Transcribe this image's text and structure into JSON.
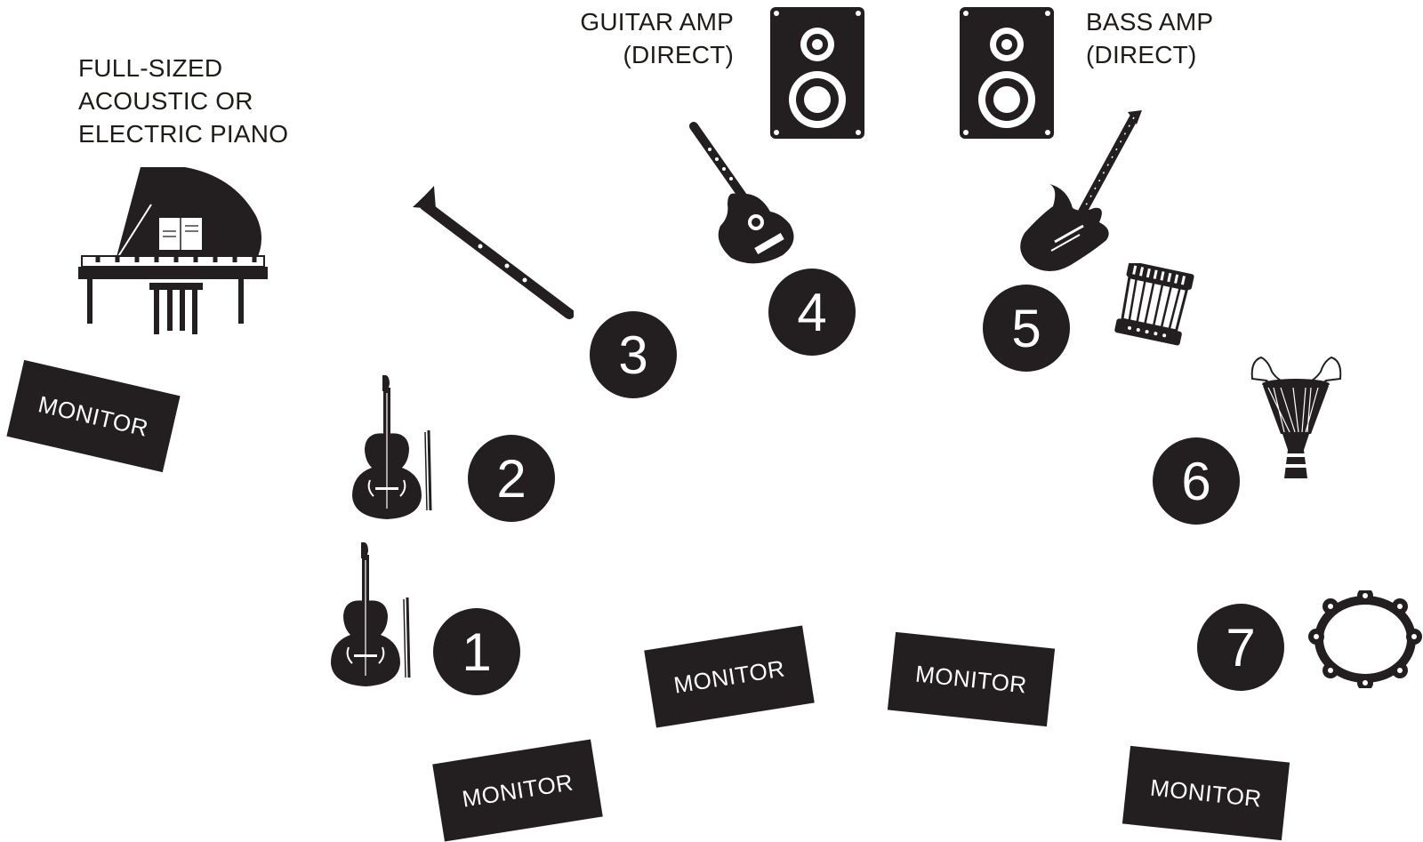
{
  "colors": {
    "ink": "#231f20",
    "background": "#ffffff"
  },
  "labels": {
    "piano": [
      "FULL-SIZED",
      "ACOUSTIC OR",
      "ELECTRIC PIANO"
    ],
    "guitar_amp": [
      "GUITAR AMP",
      "(DIRECT)"
    ],
    "bass_amp": [
      "BASS AMP",
      "(DIRECT)"
    ]
  },
  "monitor_label": "MONITOR",
  "positions": [
    "1",
    "2",
    "3",
    "4",
    "5",
    "6",
    "7"
  ],
  "icons": [
    "grand-piano",
    "clarinet",
    "acoustic-guitar",
    "speaker",
    "speaker",
    "electric-guitar",
    "accordion",
    "djembe",
    "tambourine",
    "upright-bass",
    "upright-bass"
  ]
}
